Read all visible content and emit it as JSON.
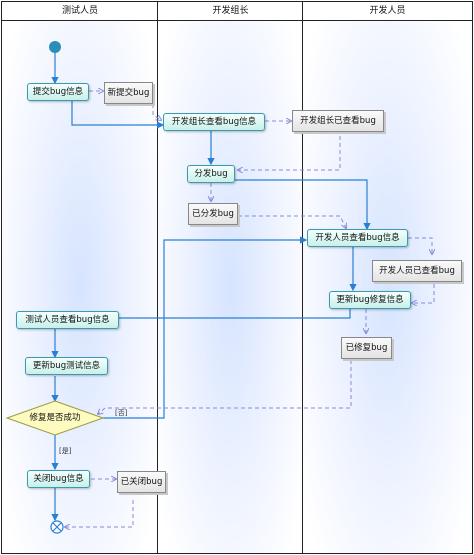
{
  "lanes": {
    "tester": "测试人员",
    "dev_lead": "开发组长",
    "developer": "开发人员"
  },
  "activities": {
    "submit_bug_info": "提交bug信息",
    "lead_view_bug_info": "开发组长查看bug信息",
    "assign_bug": "分发bug",
    "dev_view_bug_info": "开发人员查看bug信息",
    "update_bug_fix_info": "更新bug修复信息",
    "tester_view_bug_info": "测试人员查看bug信息",
    "update_bug_test_info": "更新bug测试信息",
    "close_bug_info": "关闭bug信息"
  },
  "objects": {
    "new_bug": "新提交bug",
    "lead_viewed_bug": "开发组长已查看bug",
    "assigned_bug": "已分发bug",
    "dev_viewed_bug": "开发人员已查看bug",
    "fixed_bug": "已修复bug",
    "closed_bug": "已关闭bug"
  },
  "decision": {
    "label": "修复是否成功",
    "guard_no": "[否]",
    "guard_yes": "[是]"
  },
  "colors": {
    "flow": "#2a7fd4",
    "object_flow": "#8a8ad8",
    "activity_border": "#3a9bb0",
    "decision_fill": "#fdfbc0",
    "lane_glow": "#cfe0ff"
  }
}
